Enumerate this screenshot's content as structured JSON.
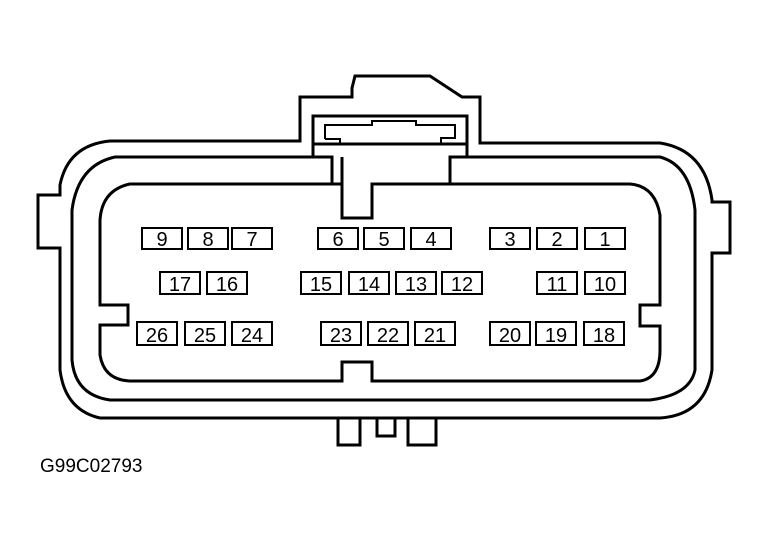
{
  "figure_id": "G99C02793",
  "connector": {
    "rows": [
      [
        "9",
        "8",
        "7",
        "6",
        "5",
        "4",
        "3",
        "2",
        "1"
      ],
      [
        "17",
        "16",
        "15",
        "14",
        "13",
        "12",
        "11",
        "10"
      ],
      [
        "26",
        "25",
        "24",
        "23",
        "22",
        "21",
        "20",
        "19",
        "18"
      ]
    ]
  }
}
